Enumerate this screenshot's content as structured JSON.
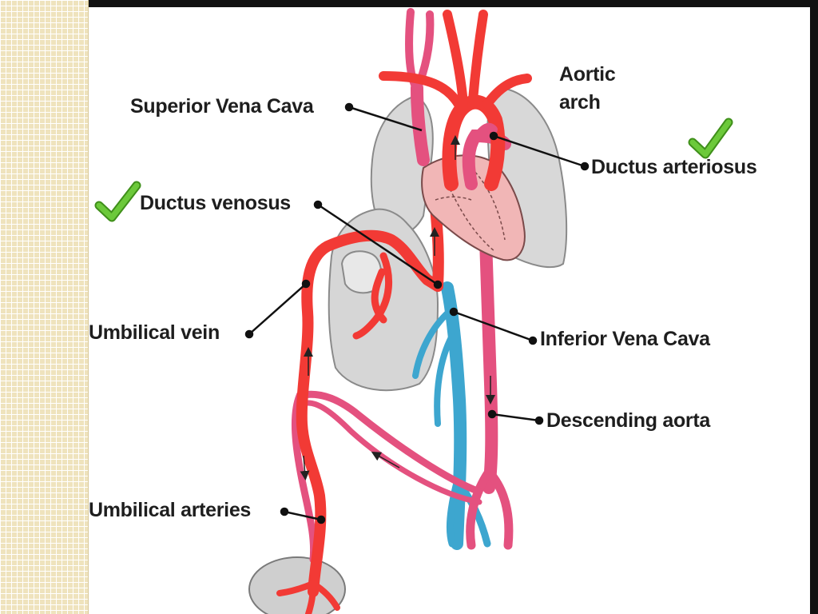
{
  "labels": {
    "aortic_arch_line1": "Aortic",
    "aortic_arch_line2": "arch",
    "superior_vena_cava": "Superior Vena Cava",
    "ductus_arteriosus": "Ductus arteriosus",
    "ductus_venosus": "Ductus venosus",
    "umbilical_vein": "Umbilical vein",
    "inferior_vena_cava": "Inferior Vena Cava",
    "descending_aorta": "Descending aorta",
    "umbilical_arteries": "Umbilical arteries"
  },
  "colors": {
    "oxygenated": "#f23a35",
    "mixed": "#e4517f",
    "deoxygenated": "#3da6cf",
    "organ_gray": "#d6d6d6",
    "heart": "#f1b6b6",
    "checkmark": "#5cb72a",
    "panel": "#efe3bd"
  },
  "icons": {
    "check_ductus_venosus": "checkmark-icon",
    "check_ductus_arteriosus": "checkmark-icon"
  }
}
